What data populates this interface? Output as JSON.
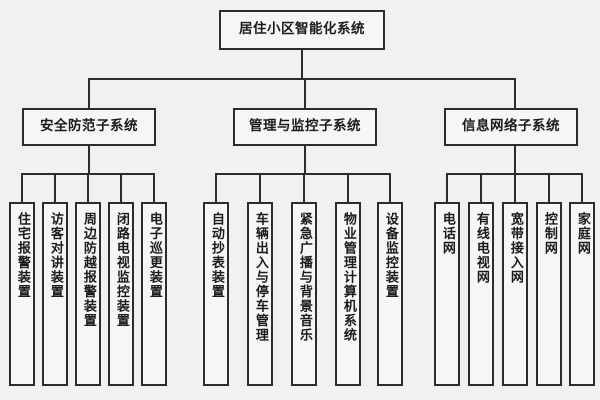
{
  "diagram": {
    "title": "居住小区智能化系统",
    "type": "organization-tree",
    "levels": 3,
    "colors": {
      "background": "#f3f1ef",
      "box_fill": "#f7f6f4",
      "border": "#2c2c2c",
      "text": "#1a1a1a"
    },
    "root": {
      "label": "居住小区智能化系统"
    },
    "subsystems": [
      {
        "label": "安全防范子系统",
        "children": [
          {
            "label": "住宅报警装置"
          },
          {
            "label": "访客对讲装置"
          },
          {
            "label": "周边防越报警装置"
          },
          {
            "label": "闭路电视监控装置"
          },
          {
            "label": "电子巡更装置"
          }
        ]
      },
      {
        "label": "管理与监控子系统",
        "children": [
          {
            "label": "自动抄表装置"
          },
          {
            "label": "车辆出入与停车管理"
          },
          {
            "label": "紧急广播与背景音乐"
          },
          {
            "label": "物业管理计算机系统"
          },
          {
            "label": "设备监控装置"
          }
        ]
      },
      {
        "label": "信息网络子系统",
        "children": [
          {
            "label": "电话网"
          },
          {
            "label": "有线电视网"
          },
          {
            "label": "宽带接入网"
          },
          {
            "label": "控制网"
          },
          {
            "label": "家庭网"
          }
        ]
      }
    ]
  }
}
